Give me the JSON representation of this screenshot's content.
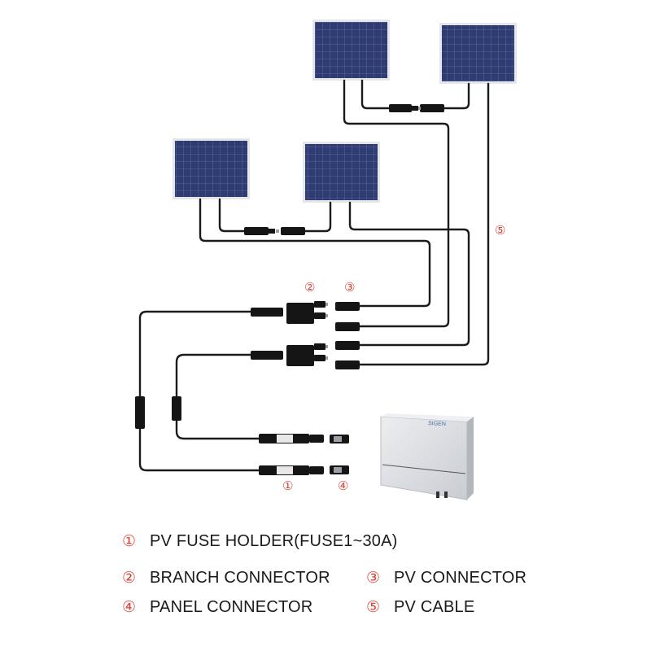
{
  "diagram": {
    "components": [
      {
        "id": "solar-panel",
        "count": 4
      },
      {
        "id": "inverter",
        "brand_text": "SIGEN"
      },
      {
        "id": "pv-fuse-holder",
        "marker": "①"
      },
      {
        "id": "branch-connector",
        "marker": "②"
      },
      {
        "id": "pv-connector",
        "marker": "③"
      },
      {
        "id": "panel-connector",
        "marker": "④"
      },
      {
        "id": "pv-cable",
        "marker": "⑤"
      }
    ],
    "markers": {
      "m1": "①",
      "m2": "②",
      "m3": "③",
      "m4": "④",
      "m5": "⑤"
    },
    "inverter_logo": "SIGEN"
  },
  "legend": {
    "items": [
      {
        "number": "①",
        "text": "PV FUSE HOLDER(FUSE1~30A)"
      },
      {
        "number": "②",
        "text": "BRANCH CONNECTOR"
      },
      {
        "number": "③",
        "text": "PV CONNECTOR"
      },
      {
        "number": "④",
        "text": "PANEL CONNECTOR"
      },
      {
        "number": "⑤",
        "text": "PV CABLE"
      }
    ]
  },
  "colors": {
    "marker": "#d8453a",
    "panel_cells": "#2f3c73",
    "panel_frame": "#e4e6ea",
    "cable": "#1b1b1b",
    "inverter_body": "#d9dbe0"
  }
}
